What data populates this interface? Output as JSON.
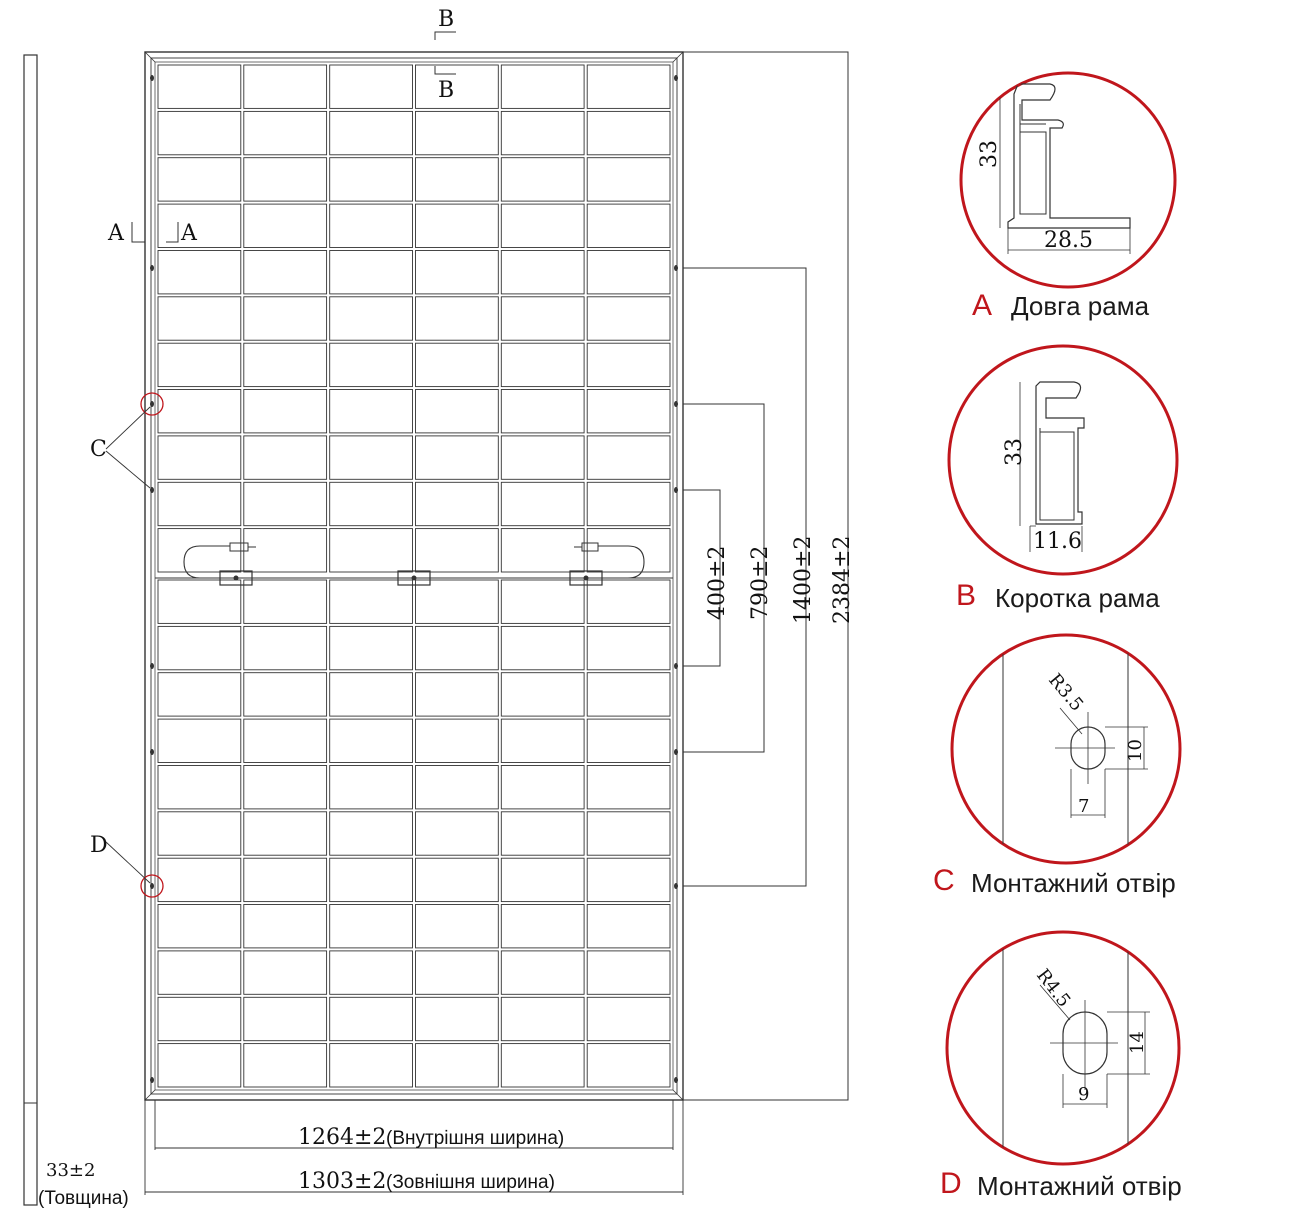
{
  "accent_color": "#c0161c",
  "section_markers": {
    "b_top": "B",
    "b_bottom": "B",
    "a_left": "A",
    "a_right": "A"
  },
  "hole_callouts": {
    "c": "C",
    "d": "D"
  },
  "panel": {
    "columns": 6,
    "rows": 22,
    "junction_row_after": 11
  },
  "dimensions": {
    "pitch_400": "400±2",
    "pitch_790": "790±2",
    "pitch_1400": "1400±2",
    "length": "2384±2",
    "inner_width_value": "1264±2",
    "inner_width_label": "(Внутрішня ширина)",
    "outer_width_value": "1303±2",
    "outer_width_label": "(Зовнішня ширина)",
    "thickness_value": "33±2",
    "thickness_label": "(Товщина)"
  },
  "details": [
    {
      "letter": "A",
      "caption": "Довга рама",
      "dim_height": "33",
      "dim_width": "28.5"
    },
    {
      "letter": "B",
      "caption": "Коротка рама",
      "dim_height": "33",
      "dim_width": "11.6"
    },
    {
      "letter": "C",
      "caption": "Монтажний отвір",
      "dim_radius": "R3.5",
      "dim_height": "10",
      "dim_width": "7"
    },
    {
      "letter": "D",
      "caption": "Монтажний отвір",
      "dim_radius": "R4.5",
      "dim_height": "14",
      "dim_width": "9"
    }
  ]
}
